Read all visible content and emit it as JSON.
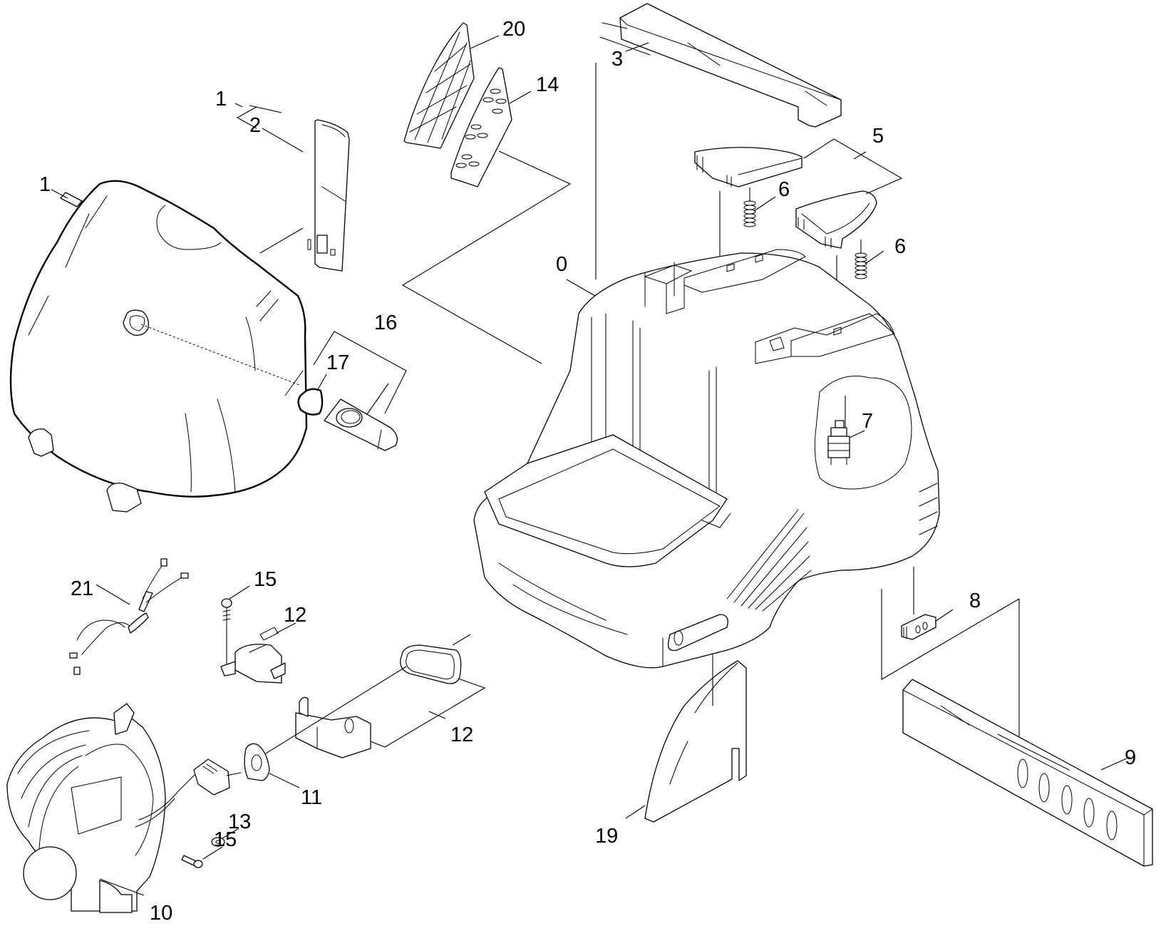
{
  "diagram": {
    "type": "exploded-parts-view",
    "colors": {
      "line": "#000000",
      "background": "#ffffff"
    },
    "callouts": [
      {
        "id": "c0",
        "label": "0",
        "part": "main-housing"
      },
      {
        "id": "c1a",
        "label": "1",
        "part": "top-cover-hatch"
      },
      {
        "id": "c1b",
        "label": "1",
        "part": "cover-assembly-group"
      },
      {
        "id": "c2",
        "label": "2",
        "part": "hinge-flap"
      },
      {
        "id": "c3",
        "label": "3",
        "part": "carry-handle"
      },
      {
        "id": "c5",
        "label": "5",
        "part": "button-caps"
      },
      {
        "id": "c6a",
        "label": "6",
        "part": "spring"
      },
      {
        "id": "c6b",
        "label": "6",
        "part": "spring"
      },
      {
        "id": "c7",
        "label": "7",
        "part": "switch"
      },
      {
        "id": "c8",
        "label": "8",
        "part": "terminal-block"
      },
      {
        "id": "c9",
        "label": "9",
        "part": "exhaust-filter-cover"
      },
      {
        "id": "c10",
        "label": "10",
        "part": "cable-reel"
      },
      {
        "id": "c11",
        "label": "11",
        "part": "cable-grommet"
      },
      {
        "id": "c12a",
        "label": "12",
        "part": "strain-relief-clamp"
      },
      {
        "id": "c12b",
        "label": "12",
        "part": "cable-holder-set"
      },
      {
        "id": "c13",
        "label": "13",
        "part": "washer"
      },
      {
        "id": "c14",
        "label": "14",
        "part": "filter-pad"
      },
      {
        "id": "c15a",
        "label": "15",
        "part": "screw"
      },
      {
        "id": "c15b",
        "label": "15",
        "part": "screw"
      },
      {
        "id": "c16",
        "label": "16",
        "part": "suction-nozzle-set"
      },
      {
        "id": "c17",
        "label": "17",
        "part": "seal-ring"
      },
      {
        "id": "c19",
        "label": "19",
        "part": "side-panel"
      },
      {
        "id": "c20",
        "label": "20",
        "part": "filter-grille"
      },
      {
        "id": "c21",
        "label": "21",
        "part": "wiring-harness"
      }
    ]
  }
}
